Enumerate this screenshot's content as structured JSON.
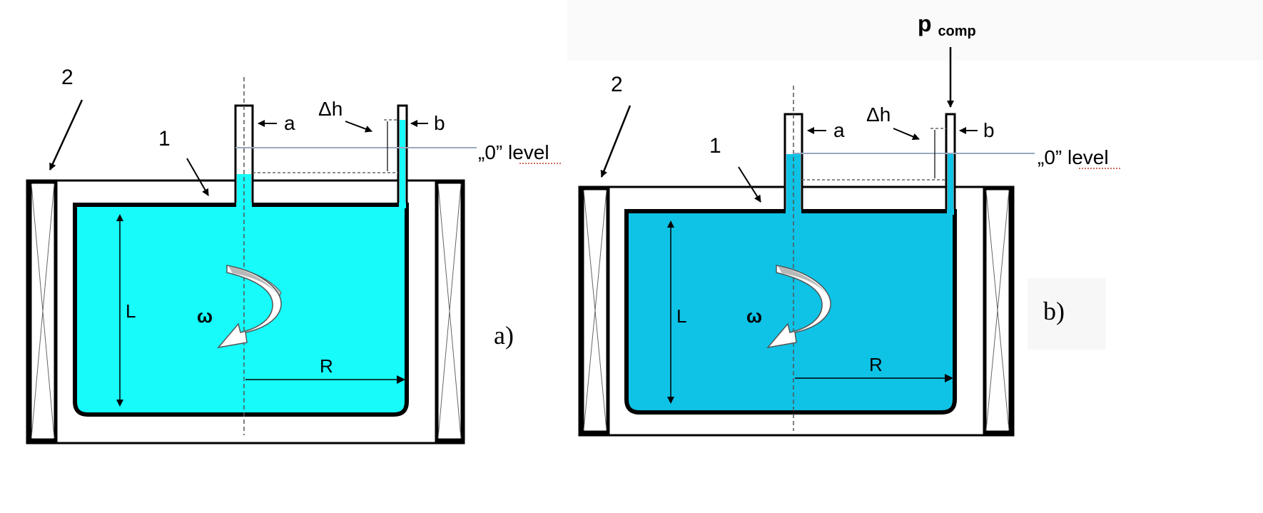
{
  "panels": [
    {
      "id": "a",
      "panel_label": "a)",
      "fluid_color": "#17fbfb",
      "labels": {
        "housing": "2",
        "container": "1",
        "tube_a": "a",
        "tube_b": "b",
        "delta_h": "Δh",
        "zero_level": "„0” level",
        "length": "L",
        "radius": "R",
        "omega": "ω"
      }
    },
    {
      "id": "b",
      "panel_label": "b)",
      "fluid_color": "#0ec3e6",
      "labels": {
        "housing": "2",
        "container": "1",
        "tube_a": "a",
        "tube_b": "b",
        "delta_h": "Δh",
        "zero_level": "„0” level",
        "length": "L",
        "radius": "R",
        "omega": "ω",
        "p_comp_base": "p",
        "p_comp_sub": "comp"
      }
    }
  ]
}
